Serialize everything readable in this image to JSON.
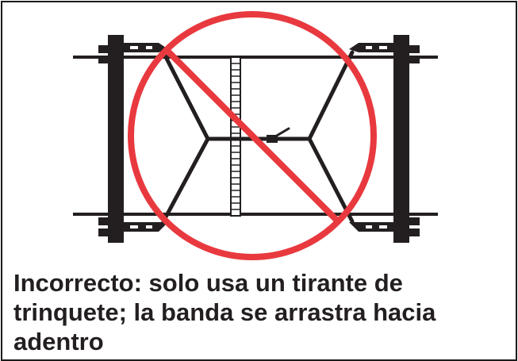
{
  "caption": {
    "text": "Incorrecto: solo usa un tirante de trinquete; la banda se arrastra hacia adentro"
  },
  "diagram": {
    "prohibition_symbol_color": "#e8393f",
    "line_color": "#231f20",
    "elements": [
      "left-rail",
      "right-rail",
      "conveyor-belt",
      "ratchet-strap",
      "clamps",
      "prohibition-symbol"
    ]
  }
}
